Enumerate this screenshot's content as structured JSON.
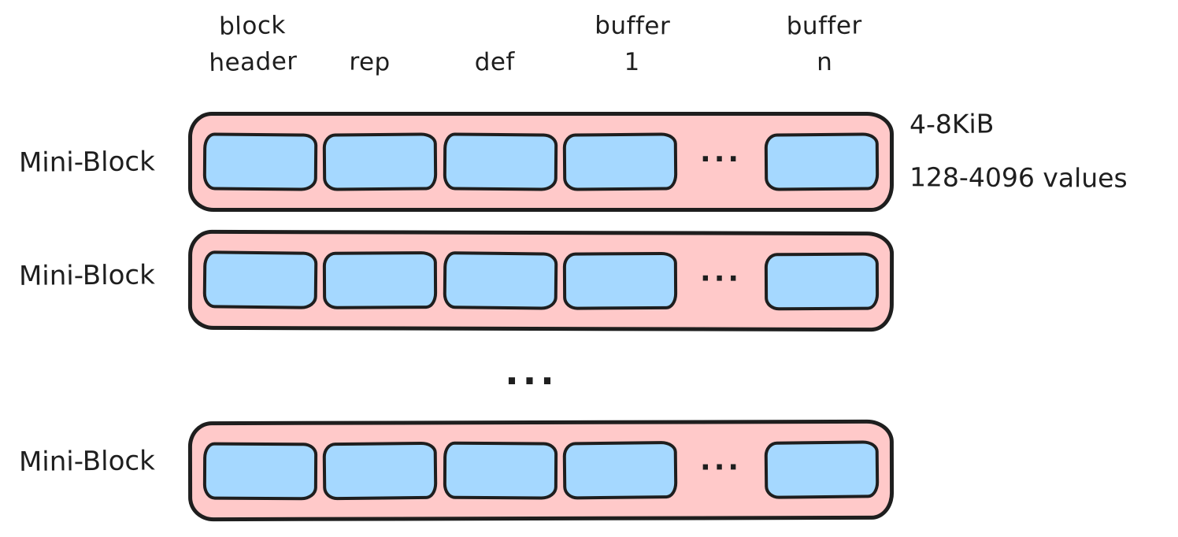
{
  "colors": {
    "block_fill": "#ffc9c9",
    "buffer_fill": "#a5d8ff",
    "stroke": "#1e1e1e",
    "background": "#ffffff"
  },
  "column_labels": [
    {
      "name": "block-header",
      "line1": "block",
      "line2": "header"
    },
    {
      "name": "rep",
      "line1": "",
      "line2": "rep"
    },
    {
      "name": "def",
      "line1": "",
      "line2": "def"
    },
    {
      "name": "buffer-1",
      "line1": "buffer",
      "line2": "1"
    },
    {
      "name": "buffer-n",
      "line1": "buffer",
      "line2": "n"
    }
  ],
  "rows": [
    {
      "label": "Mini-Block",
      "ellipsis": "..."
    },
    {
      "label": "Mini-Block",
      "ellipsis": "..."
    },
    {
      "label": "Mini-Block",
      "ellipsis": "..."
    }
  ],
  "between_rows_ellipsis": "...",
  "annotations": {
    "size": "4-8KiB",
    "value_count": "128-4096 values"
  }
}
